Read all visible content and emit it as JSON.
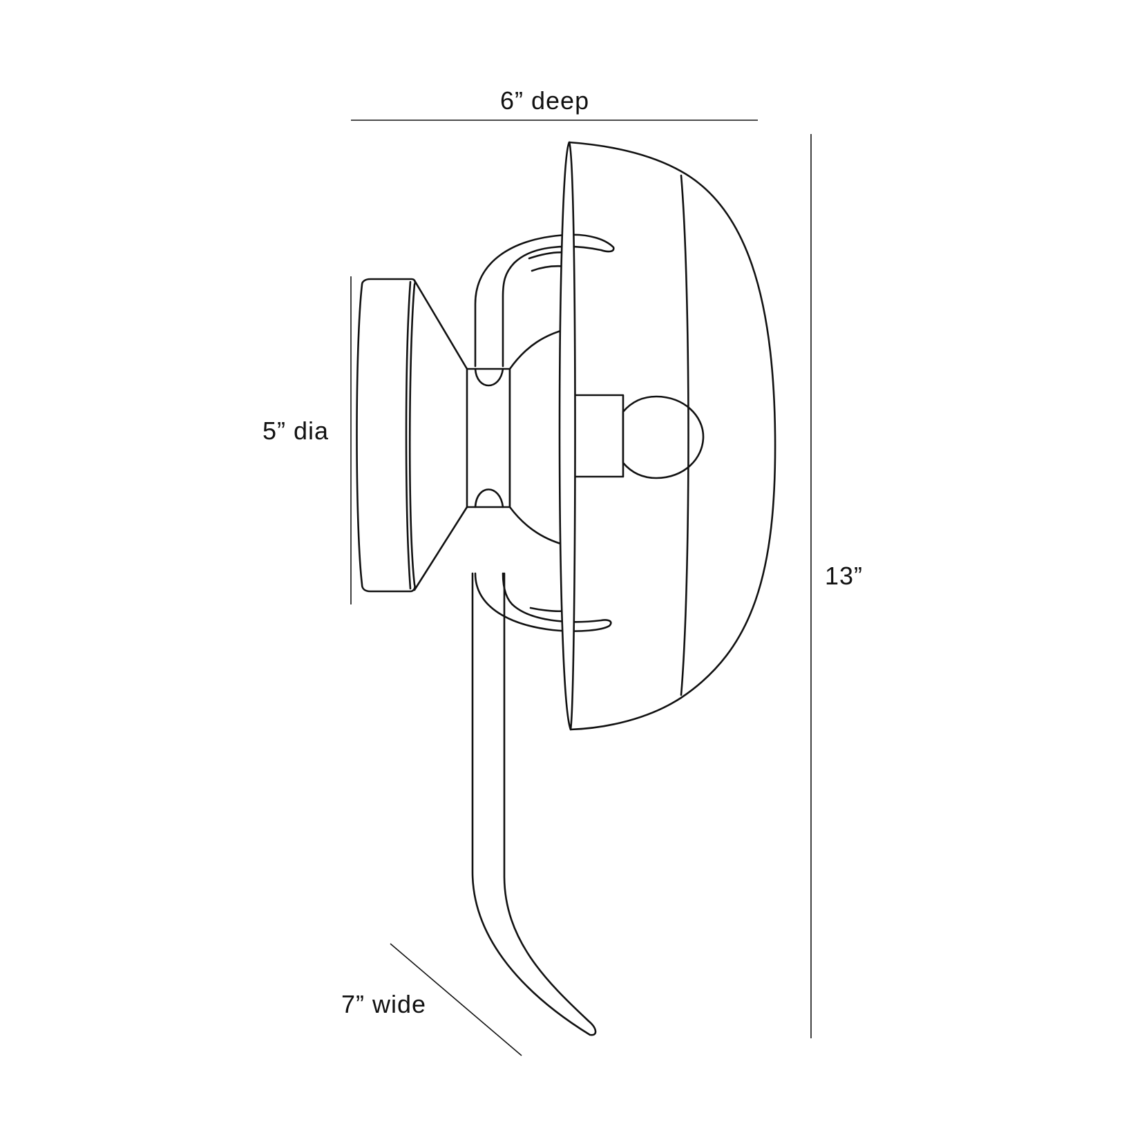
{
  "dimensions": {
    "depth": "6” deep",
    "height": "13”",
    "base": "5” dia",
    "width": "7” wide"
  },
  "colors": {
    "line": "#111111",
    "background": "#ffffff"
  }
}
